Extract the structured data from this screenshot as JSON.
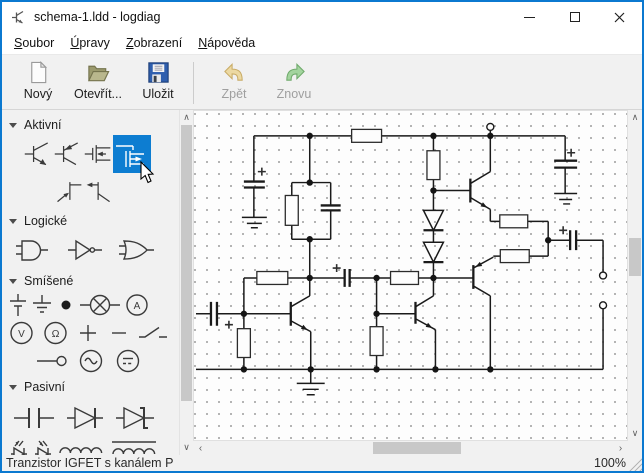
{
  "window": {
    "title": "schema-1.ldd - logdiag"
  },
  "menu": {
    "items": [
      {
        "accel": "S",
        "rest": "oubor"
      },
      {
        "accel": "Ú",
        "rest": "pravy"
      },
      {
        "accel": "Z",
        "rest": "obrazení"
      },
      {
        "accel": "N",
        "rest": "ápověda"
      }
    ]
  },
  "toolbar": {
    "new": "Nový",
    "open": "Otevřít...",
    "save": "Uložit",
    "undo": "Zpět",
    "redo": "Znovu",
    "undo_disabled": true,
    "redo_disabled": true
  },
  "sidebar": {
    "sections": [
      {
        "label": "Aktivní",
        "items": [
          "npn-transistor",
          "pnp-transistor",
          "igfet-n-channel",
          "igfet-p-channel",
          "jfet-n",
          "jfet-p"
        ],
        "selected_item": "igfet-p-channel"
      },
      {
        "label": "Logické",
        "items": [
          "and-gate",
          "not-gate",
          "or-gate"
        ]
      },
      {
        "label": "Smíšené",
        "items": [
          "battery-cell",
          "ground",
          "junction",
          "lamp",
          "ammeter",
          "voltmeter",
          "ohmmeter",
          "plus",
          "minus",
          "switch",
          "terminal",
          "ac-source",
          "dc-source"
        ]
      },
      {
        "label": "Pasivní",
        "items": [
          "capacitor",
          "diode",
          "zener-diode",
          "led",
          "photodiode",
          "inductor",
          "inductor-core"
        ]
      }
    ]
  },
  "glyphs": {
    "ammeter": "A",
    "voltmeter": "V",
    "ohmmeter": "Ω"
  },
  "statusbar": {
    "message": "Tranzistor IGFET s kanálem P",
    "zoom_level": "100%"
  },
  "colors": {
    "accent": "#0d7dd1",
    "window_border": "#0b79d0",
    "wire": "#1a1a1a"
  }
}
